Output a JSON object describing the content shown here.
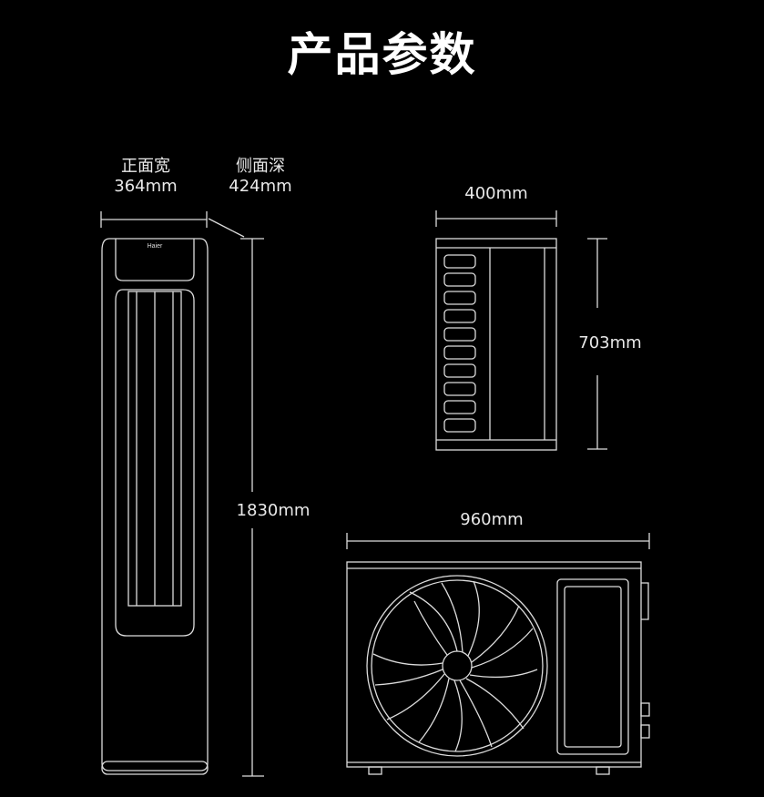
{
  "title": "产品参数",
  "indoor": {
    "front_width_label": "正面宽",
    "front_width_value": "364mm",
    "side_depth_label": "侧面深",
    "side_depth_value": "424mm",
    "height_value": "1830mm",
    "brand": "Haier"
  },
  "outdoor": {
    "side_width_value": "400mm",
    "side_height_value": "703mm",
    "front_width_value": "960mm"
  }
}
